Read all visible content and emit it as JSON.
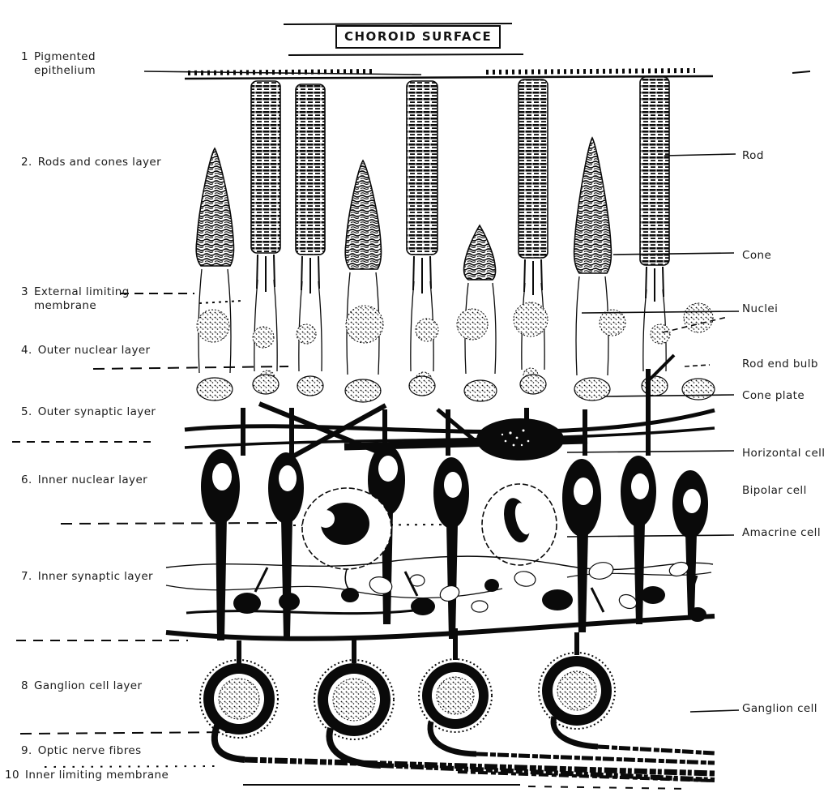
{
  "title": "CHOROID SURFACE",
  "left_labels": [
    {
      "num": "1",
      "text": "Pigmented epithelium"
    },
    {
      "num": "2.",
      "text": "Rods and cones layer"
    },
    {
      "num": "3",
      "text": "External limiting membrane"
    },
    {
      "num": "4.",
      "text": "Outer nuclear layer"
    },
    {
      "num": "5.",
      "text": "Outer synaptic layer"
    },
    {
      "num": "6.",
      "text": "Inner nuclear layer"
    },
    {
      "num": "7.",
      "text": "Inner synaptic layer"
    },
    {
      "num": "8",
      "text": "Ganglion cell layer"
    },
    {
      "num": "9.",
      "text": "Optic nerve fibres"
    },
    {
      "num": "10",
      "text": "Inner limiting membrane"
    }
  ],
  "right_labels": [
    {
      "id": "rod",
      "text": "Rod"
    },
    {
      "id": "cone",
      "text": "Cone"
    },
    {
      "id": "nuclei",
      "text": "Nuclei"
    },
    {
      "id": "rod-end-bulb",
      "text": "Rod end bulb"
    },
    {
      "id": "cone-plate",
      "text": "Cone plate"
    },
    {
      "id": "horizontal-cell",
      "text": "Horizontal cell"
    },
    {
      "id": "bipolar-cell",
      "text": "Bipolar cell"
    },
    {
      "id": "amacrine-cell",
      "text": "Amacrine cell"
    },
    {
      "id": "ganglion-cell",
      "text": "Ganglion cell"
    }
  ],
  "colors": {
    "ink": "#131313",
    "paper": "#ffffff"
  }
}
